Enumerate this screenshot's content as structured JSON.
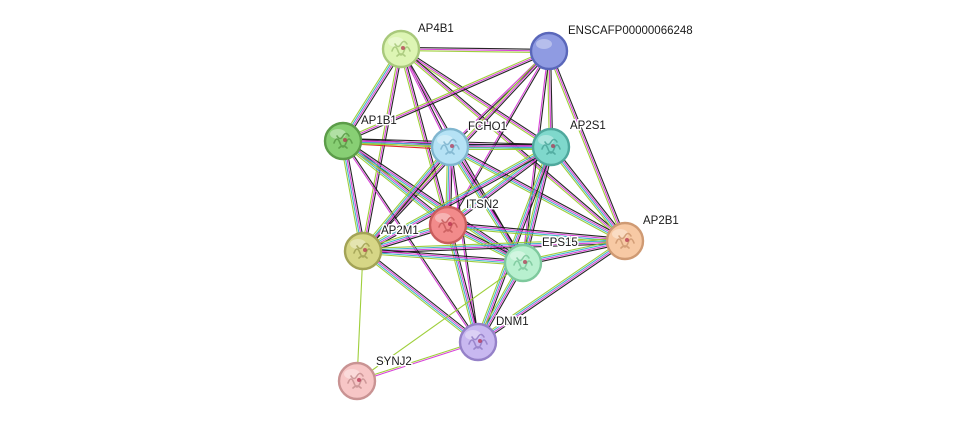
{
  "network": {
    "nodes": [
      {
        "id": "AP4B1",
        "label": "AP4B1",
        "fill": "#ddf5b4",
        "stroke": "#a9c97c",
        "icon": "protein-structure-icon"
      },
      {
        "id": "ENSCAFP00000066248",
        "label": "ENSCAFP00000066248",
        "fill": "#8f9be2",
        "stroke": "#5a67ba",
        "icon": "none"
      },
      {
        "id": "AP1B1",
        "label": "AP1B1",
        "fill": "#88cf74",
        "stroke": "#5c9c49",
        "icon": "protein-structure-icon"
      },
      {
        "id": "FCHO1",
        "label": "FCHO1",
        "fill": "#b5e2f5",
        "stroke": "#80b6cf",
        "icon": "protein-structure-icon"
      },
      {
        "id": "AP2S1",
        "label": "AP2S1",
        "fill": "#7fd8cc",
        "stroke": "#4fa89d",
        "icon": "protein-structure-icon"
      },
      {
        "id": "ITSN2",
        "label": "ITSN2",
        "fill": "#f28b8b",
        "stroke": "#c95d5d",
        "icon": "protein-structure-icon"
      },
      {
        "id": "AP2B1",
        "label": "AP2B1",
        "fill": "#f7c9a4",
        "stroke": "#cf9a73",
        "icon": "protein-structure-icon"
      },
      {
        "id": "AP2M1",
        "label": "AP2M1",
        "fill": "#d6d686",
        "stroke": "#a3a356",
        "icon": "protein-structure-icon"
      },
      {
        "id": "EPS15",
        "label": "EPS15",
        "fill": "#b8f0cf",
        "stroke": "#7ec99d",
        "icon": "protein-structure-icon"
      },
      {
        "id": "DNM1",
        "label": "DNM1",
        "fill": "#c8b8f0",
        "stroke": "#9581c8",
        "icon": "protein-structure-icon"
      },
      {
        "id": "SYNJ2",
        "label": "SYNJ2",
        "fill": "#f7c6c6",
        "stroke": "#c99393",
        "icon": "protein-structure-icon"
      }
    ],
    "edges": [
      {
        "source": "AP4B1",
        "target": "ENSCAFP00000066248",
        "colors": [
          "#1a1a1a",
          "#d63ad6",
          "#9acd32"
        ]
      },
      {
        "source": "AP4B1",
        "target": "AP1B1",
        "colors": [
          "#1a1a1a",
          "#d63ad6",
          "#3ab0c8",
          "#9acd32"
        ]
      },
      {
        "source": "AP4B1",
        "target": "FCHO1",
        "colors": [
          "#1a1a1a",
          "#d63ad6"
        ]
      },
      {
        "source": "AP4B1",
        "target": "AP2S1",
        "colors": [
          "#1a1a1a",
          "#d63ad6",
          "#9acd32"
        ]
      },
      {
        "source": "AP4B1",
        "target": "ITSN2",
        "colors": [
          "#1a1a1a",
          "#d63ad6",
          "#9acd32"
        ]
      },
      {
        "source": "AP4B1",
        "target": "AP2M1",
        "colors": [
          "#1a1a1a",
          "#d63ad6",
          "#9acd32"
        ]
      },
      {
        "source": "AP4B1",
        "target": "AP2B1",
        "colors": [
          "#1a1a1a",
          "#d63ad6",
          "#9acd32"
        ]
      },
      {
        "source": "AP4B1",
        "target": "EPS15",
        "colors": [
          "#1a1a1a",
          "#d63ad6"
        ]
      },
      {
        "source": "ENSCAFP00000066248",
        "target": "AP1B1",
        "colors": [
          "#1a1a1a",
          "#d63ad6",
          "#9acd32"
        ]
      },
      {
        "source": "ENSCAFP00000066248",
        "target": "FCHO1",
        "colors": [
          "#1a1a1a",
          "#d63ad6"
        ]
      },
      {
        "source": "ENSCAFP00000066248",
        "target": "AP2S1",
        "colors": [
          "#1a1a1a",
          "#d63ad6",
          "#9acd32"
        ]
      },
      {
        "source": "ENSCAFP00000066248",
        "target": "ITSN2",
        "colors": [
          "#1a1a1a",
          "#d63ad6"
        ]
      },
      {
        "source": "ENSCAFP00000066248",
        "target": "AP2M1",
        "colors": [
          "#1a1a1a",
          "#d63ad6",
          "#9acd32"
        ]
      },
      {
        "source": "ENSCAFP00000066248",
        "target": "AP2B1",
        "colors": [
          "#1a1a1a",
          "#d63ad6",
          "#9acd32"
        ]
      },
      {
        "source": "ENSCAFP00000066248",
        "target": "EPS15",
        "colors": [
          "#1a1a1a",
          "#d63ad6"
        ]
      },
      {
        "source": "AP1B1",
        "target": "FCHO1",
        "colors": [
          "#1a1a1a",
          "#d63ad6",
          "#9acd32",
          "#e02020"
        ]
      },
      {
        "source": "AP1B1",
        "target": "AP2S1",
        "colors": [
          "#1a1a1a",
          "#d63ad6",
          "#3ab0c8",
          "#9acd32"
        ]
      },
      {
        "source": "AP1B1",
        "target": "ITSN2",
        "colors": [
          "#1a1a1a",
          "#d63ad6",
          "#3ab0c8",
          "#9acd32"
        ]
      },
      {
        "source": "AP1B1",
        "target": "AP2M1",
        "colors": [
          "#1a1a1a",
          "#d63ad6",
          "#3ab0c8",
          "#9acd32"
        ]
      },
      {
        "source": "AP1B1",
        "target": "EPS15",
        "colors": [
          "#1a1a1a",
          "#d63ad6",
          "#3ab0c8",
          "#9acd32"
        ]
      },
      {
        "source": "AP1B1",
        "target": "DNM1",
        "colors": [
          "#1a1a1a",
          "#d63ad6"
        ]
      },
      {
        "source": "FCHO1",
        "target": "AP2S1",
        "colors": [
          "#1a1a1a",
          "#d63ad6",
          "#3ab0c8",
          "#9acd32"
        ]
      },
      {
        "source": "FCHO1",
        "target": "ITSN2",
        "colors": [
          "#1a1a1a",
          "#d63ad6",
          "#3ab0c8",
          "#9acd32"
        ]
      },
      {
        "source": "FCHO1",
        "target": "AP2M1",
        "colors": [
          "#1a1a1a",
          "#d63ad6",
          "#3ab0c8",
          "#9acd32"
        ]
      },
      {
        "source": "FCHO1",
        "target": "AP2B1",
        "colors": [
          "#1a1a1a",
          "#d63ad6",
          "#3ab0c8",
          "#9acd32"
        ]
      },
      {
        "source": "FCHO1",
        "target": "EPS15",
        "colors": [
          "#1a1a1a",
          "#d63ad6",
          "#3ab0c8",
          "#9acd32"
        ]
      },
      {
        "source": "FCHO1",
        "target": "DNM1",
        "colors": [
          "#1a1a1a",
          "#d63ad6"
        ]
      },
      {
        "source": "AP2S1",
        "target": "ITSN2",
        "colors": [
          "#1a1a1a",
          "#d63ad6",
          "#3ab0c8",
          "#9acd32"
        ]
      },
      {
        "source": "AP2S1",
        "target": "AP2M1",
        "colors": [
          "#1a1a1a",
          "#d63ad6",
          "#3ab0c8",
          "#9acd32"
        ]
      },
      {
        "source": "AP2S1",
        "target": "AP2B1",
        "colors": [
          "#1a1a1a",
          "#d63ad6",
          "#3ab0c8",
          "#9acd32"
        ]
      },
      {
        "source": "AP2S1",
        "target": "EPS15",
        "colors": [
          "#1a1a1a",
          "#d63ad6",
          "#3ab0c8",
          "#9acd32"
        ]
      },
      {
        "source": "AP2S1",
        "target": "DNM1",
        "colors": [
          "#1a1a1a",
          "#d63ad6",
          "#3ab0c8",
          "#9acd32"
        ]
      },
      {
        "source": "ITSN2",
        "target": "AP2M1",
        "colors": [
          "#1a1a1a",
          "#d63ad6",
          "#3ab0c8",
          "#9acd32"
        ]
      },
      {
        "source": "ITSN2",
        "target": "AP2B1",
        "colors": [
          "#1a1a1a",
          "#d63ad6",
          "#3ab0c8",
          "#9acd32"
        ]
      },
      {
        "source": "ITSN2",
        "target": "EPS15",
        "colors": [
          "#1a1a1a",
          "#d63ad6",
          "#3ab0c8",
          "#9acd32"
        ]
      },
      {
        "source": "ITSN2",
        "target": "DNM1",
        "colors": [
          "#1a1a1a",
          "#d63ad6",
          "#3ab0c8",
          "#9acd32"
        ]
      },
      {
        "source": "AP2B1",
        "target": "AP2M1",
        "colors": [
          "#1a1a1a",
          "#d63ad6",
          "#3ab0c8",
          "#9acd32"
        ]
      },
      {
        "source": "AP2B1",
        "target": "EPS15",
        "colors": [
          "#1a1a1a",
          "#d63ad6",
          "#3ab0c8",
          "#9acd32"
        ]
      },
      {
        "source": "AP2B1",
        "target": "DNM1",
        "colors": [
          "#1a1a1a",
          "#d63ad6",
          "#3ab0c8",
          "#9acd32"
        ]
      },
      {
        "source": "AP2M1",
        "target": "EPS15",
        "colors": [
          "#1a1a1a",
          "#d63ad6",
          "#3ab0c8",
          "#9acd32"
        ]
      },
      {
        "source": "AP2M1",
        "target": "DNM1",
        "colors": [
          "#1a1a1a",
          "#d63ad6",
          "#3ab0c8",
          "#9acd32"
        ]
      },
      {
        "source": "AP2M1",
        "target": "SYNJ2",
        "colors": [
          "#9acd32"
        ]
      },
      {
        "source": "EPS15",
        "target": "DNM1",
        "colors": [
          "#1a1a1a",
          "#d63ad6",
          "#3ab0c8",
          "#9acd32"
        ]
      },
      {
        "source": "EPS15",
        "target": "SYNJ2",
        "colors": [
          "#9acd32"
        ]
      },
      {
        "source": "DNM1",
        "target": "SYNJ2",
        "colors": [
          "#d63ad6",
          "#9acd32"
        ]
      }
    ]
  }
}
